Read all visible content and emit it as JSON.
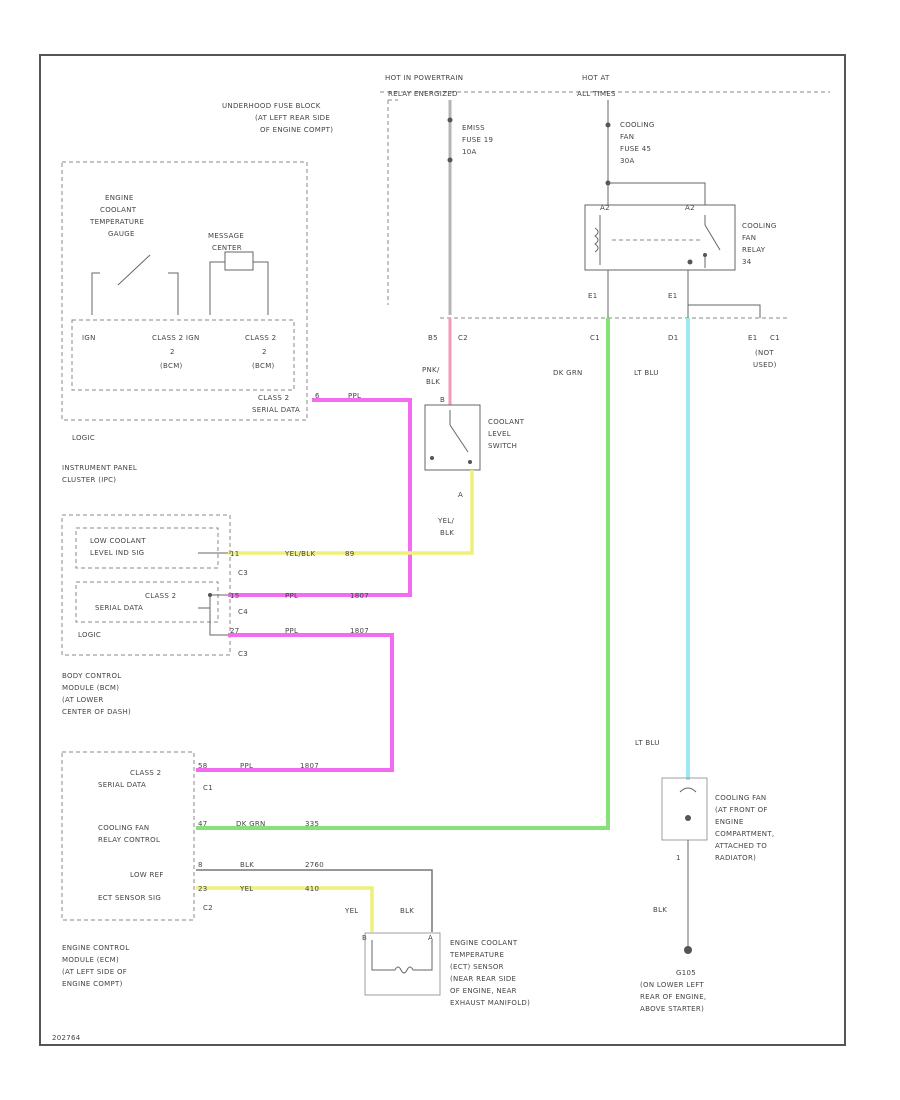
{
  "labels": {
    "hot_powertrain_1": "HOT IN POWERTRAIN",
    "hot_powertrain_2": "RELAY ENERGIZED",
    "hot_all_1": "HOT AT",
    "hot_all_2": "ALL TIMES",
    "fuse_block_1": "UNDERHOOD FUSE BLOCK",
    "fuse_block_2": "(AT LEFT REAR SIDE",
    "fuse_block_3": "OF ENGINE COMPT)",
    "emiss_fuse_1": "EMISS",
    "emiss_fuse_2": "FUSE 19",
    "emiss_fuse_3": "10A",
    "fan_fuse_1": "COOLING",
    "fan_fuse_2": "FAN",
    "fan_fuse_3": "FUSE 45",
    "fan_fuse_4": "30A",
    "relay_1": "COOLING",
    "relay_2": "FAN",
    "relay_3": "RELAY",
    "relay_4": "34",
    "pin_a2_left": "A2",
    "pin_a2_right": "A2",
    "pin_e1": "E1",
    "pin_e1b": "E1",
    "pin_c1_top": "C1",
    "pin_d1_top": "D1",
    "pin_b5": "B5",
    "pin_c2": "C2",
    "pin_c1": "C1",
    "pin_d1": "D1",
    "pin_e1c": "E1",
    "pin_c1b": "C1",
    "not_used_1": "(NOT",
    "not_used_2": "USED)",
    "wire_dk_grn": "DK GRN",
    "wire_lt_blu": "LT BLU",
    "wire_lt_blu_2": "LT BLU",
    "gauge_1": "ENGINE",
    "gauge_2": "COOLANT",
    "gauge_3": "TEMPERATURE",
    "gauge_4": "GAUGE",
    "msg_center_1": "MESSAGE",
    "msg_center_2": "CENTER",
    "ign": "IGN",
    "class2_a_1": "CLASS 2 IGN",
    "class2_a_2": "2",
    "class2_a_3": "(BCM)",
    "class2_b_1": "CLASS 2",
    "class2_b_2": "2",
    "class2_b_3": "(BCM)",
    "ipc_serial_1": "CLASS 2",
    "ipc_serial_2": "SERIAL DATA",
    "ipc_pin": "6",
    "ipc_wire": "PPL",
    "logic_ipc": "LOGIC",
    "ipc_1": "INSTRUMENT PANEL",
    "ipc_2": "CLUSTER (IPC)",
    "pnk_blk_1": "PNK/",
    "pnk_blk_2": "BLK",
    "pin_b_sw": "B",
    "pin_a_sw": "A",
    "switch_1": "COOLANT",
    "switch_2": "LEVEL",
    "switch_3": "SWITCH",
    "yel_blk_1": "YEL/",
    "yel_blk_2": "BLK",
    "low_cool_1": "LOW COOLANT",
    "low_cool_2": "LEVEL IND SIG",
    "bcm_class2_1": "CLASS 2",
    "bcm_class2_2": "SERIAL DATA",
    "logic_bcm": "LOGIC",
    "bcm_pin1": "11",
    "bcm_wire1": "YEL/BLK",
    "bcm_wire1_num": "89",
    "bcm_conn1": "C3",
    "bcm_pin2": "15",
    "bcm_wire2": "PPL",
    "bcm_wire2_num": "1807",
    "bcm_conn2": "C4",
    "bcm_pin3": "27",
    "bcm_wire3": "PPL",
    "bcm_wire3_num": "1807",
    "bcm_conn3": "C3",
    "bcm_1": "BODY CONTROL",
    "bcm_2": "MODULE (BCM)",
    "bcm_3": "(AT LOWER",
    "bcm_4": "CENTER OF DASH)",
    "ecm_class2_1": "CLASS 2",
    "ecm_class2_2": "SERIAL DATA",
    "ecm_c1": "C1",
    "ecm_pin1": "58",
    "ecm_wire1": "PPL",
    "ecm_wire1_num": "1807",
    "fan_ctrl_1": "COOLING FAN",
    "fan_ctrl_2": "RELAY CONTROL",
    "ecm_pin2": "47",
    "ecm_wire2": "DK GRN",
    "ecm_wire2_num": "335",
    "low_ref": "LOW REF",
    "ect_sig": "ECT SENSOR SIG",
    "ecm_c2": "C2",
    "ecm_pin3": "8",
    "ecm_wire3": "BLK",
    "ecm_wire3_num": "2760",
    "ecm_pin4": "23",
    "ecm_wire4": "YEL",
    "ecm_wire4_num": "410",
    "ecm_1": "ENGINE CONTROL",
    "ecm_2": "MODULE (ECM)",
    "ecm_3": "(AT LEFT SIDE OF",
    "ecm_4": "ENGINE COMPT)",
    "ect_yel": "YEL",
    "ect_blk": "BLK",
    "ect_pin_b": "B",
    "ect_pin_a": "A",
    "ect_1": "ENGINE COOLANT",
    "ect_2": "TEMPERATURE",
    "ect_3": "(ECT) SENSOR",
    "ect_4": "(NEAR REAR SIDE",
    "ect_5": "OF ENGINE, NEAR",
    "ect_6": "EXHAUST MANIFOLD)",
    "motor_1": "COOLING FAN",
    "motor_2": "(AT FRONT OF",
    "motor_3": "ENGINE",
    "motor_4": "COMPARTMENT,",
    "motor_5": "ATTACHED TO",
    "motor_6": "RADIATOR)",
    "motor_pin": "1",
    "motor_blk": "BLK",
    "ground_1": "G105",
    "ground_2": "(ON LOWER LEFT",
    "ground_3": "REAR OF ENGINE,",
    "ground_4": "ABOVE STARTER)",
    "footer": "202764"
  }
}
